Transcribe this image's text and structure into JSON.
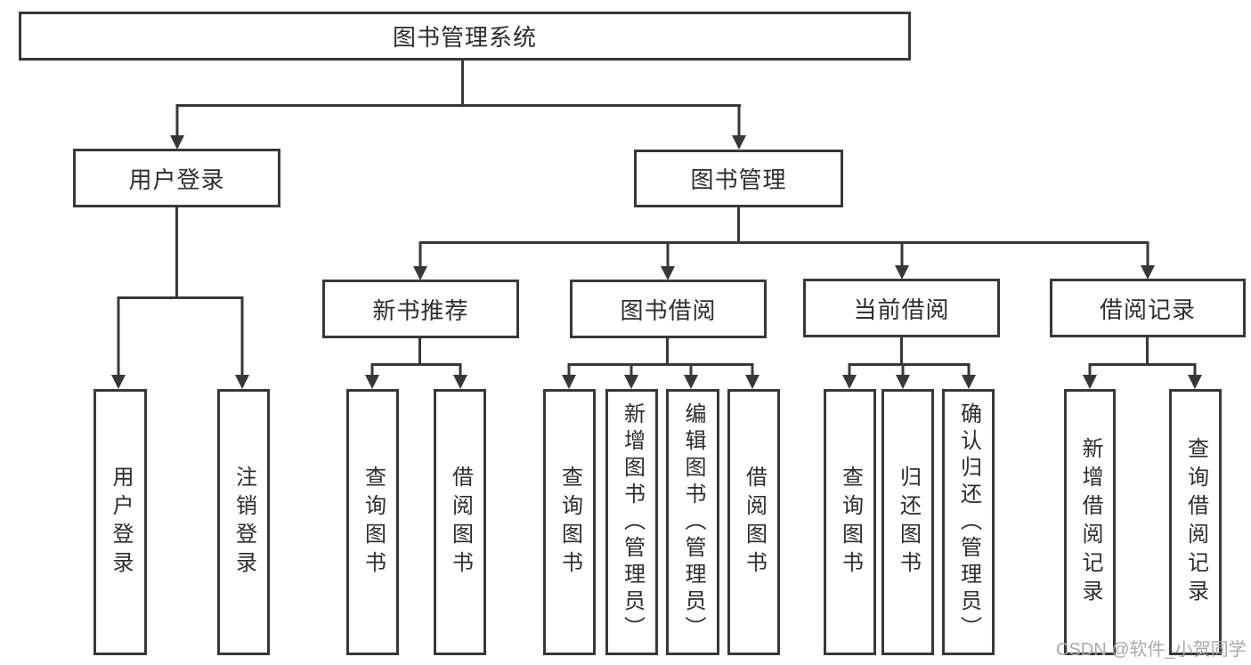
{
  "page": {
    "background": "#ffffff",
    "line_color": "#383838",
    "text_color": "#2d2d2d",
    "watermark": {
      "text": "CSDN @软件_小贺同学",
      "color": "#a9a9a9"
    }
  },
  "diagram": {
    "root": {
      "label": "图书管理系统"
    },
    "level2": [
      {
        "id": "user-login",
        "label": "用户登录"
      },
      {
        "id": "book-management",
        "label": "图书管理"
      }
    ],
    "level3": [
      {
        "id": "new-book-recommend",
        "label": "新书推荐",
        "parent": "book-management"
      },
      {
        "id": "book-borrowing",
        "label": "图书借阅",
        "parent": "book-management"
      },
      {
        "id": "current-borrowing",
        "label": "当前借阅",
        "parent": "book-management"
      },
      {
        "id": "borrowing-records",
        "label": "借阅记录",
        "parent": "book-management"
      }
    ],
    "leaves": [
      {
        "parent": "user-login",
        "label": "用户登录"
      },
      {
        "parent": "user-login",
        "label": "注销登录"
      },
      {
        "parent": "new-book-recommend",
        "label": "查询图书"
      },
      {
        "parent": "new-book-recommend",
        "label": "借阅图书"
      },
      {
        "parent": "book-borrowing",
        "label": "查询图书"
      },
      {
        "parent": "book-borrowing",
        "label": "新增图书（管理员）"
      },
      {
        "parent": "book-borrowing",
        "label": "编辑图书（管理员）"
      },
      {
        "parent": "book-borrowing",
        "label": "借阅图书"
      },
      {
        "parent": "current-borrowing",
        "label": "查询图书"
      },
      {
        "parent": "current-borrowing",
        "label": "归还图书"
      },
      {
        "parent": "current-borrowing",
        "label": "确认归还（管理员）"
      },
      {
        "parent": "borrowing-records",
        "label": "新增借阅记录"
      },
      {
        "parent": "borrowing-records",
        "label": "查询借阅记录"
      }
    ]
  }
}
